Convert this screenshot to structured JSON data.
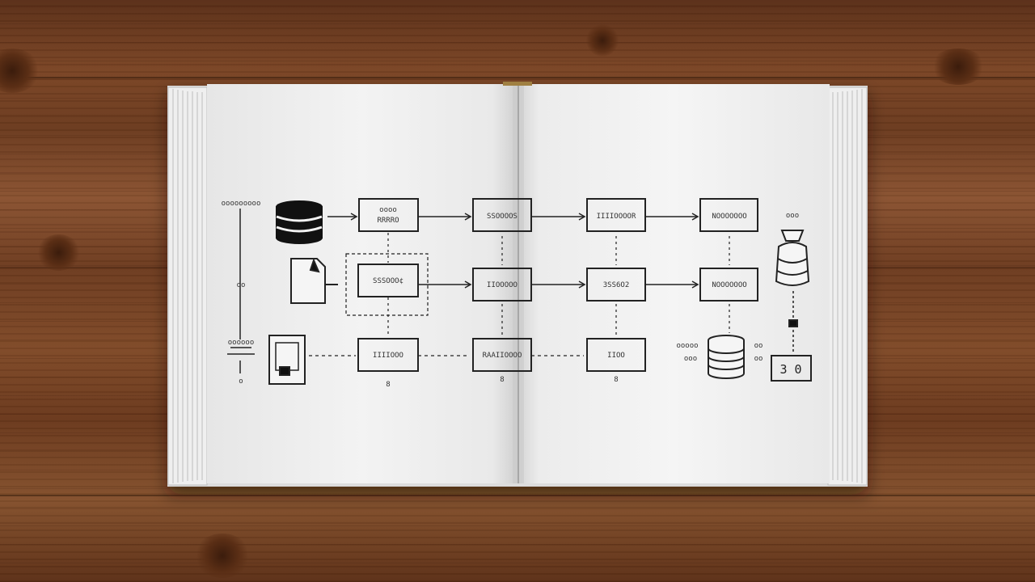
{
  "image": {
    "description_free": true
  },
  "diagram": {
    "left_legend": {
      "top_label": "ooooooooo",
      "mid_label": "oo",
      "bottom_label": "oooooo",
      "bottom_small": "o"
    },
    "row1": {
      "box1": "oooo\nRRRRO",
      "box2": "SSOOOOS",
      "box3": "IIIIOOOOR",
      "box4": "NOOOOOOO"
    },
    "row2": {
      "box1": "SSSOOO¢",
      "box2": "IIOOOOO",
      "box3": "3SS6O2",
      "box4": "NOOOOOOO"
    },
    "row3": {
      "box1": "IIIIOOO",
      "box2": "RAAIIOOOO",
      "box3": "IIOO",
      "note1": "ooooo",
      "note2": "ooo",
      "note3": "oo",
      "note4": "oo"
    },
    "right_stack": {
      "top_label": "ooo",
      "display": "3 0"
    },
    "vertical_marks": {
      "under_row1": "8",
      "under_row2": "8",
      "under_row3": "8"
    }
  }
}
